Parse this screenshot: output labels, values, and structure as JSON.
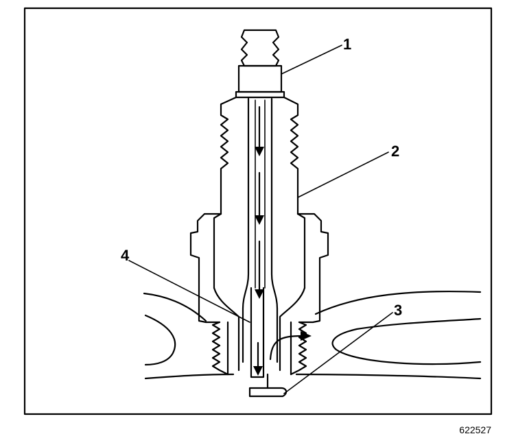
{
  "callouts": [
    {
      "number": "1",
      "target": "terminal-nut"
    },
    {
      "number": "2",
      "target": "insulator"
    },
    {
      "number": "3",
      "target": "ground-electrode"
    },
    {
      "number": "4",
      "target": "center-electrode"
    }
  ],
  "figure_id": "622527"
}
